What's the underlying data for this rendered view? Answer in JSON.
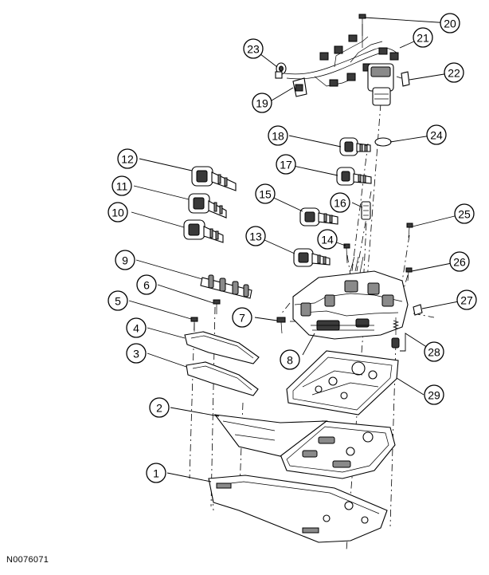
{
  "figure_code": "N0076071",
  "callouts": [
    {
      "id": "callout-1",
      "label": "1"
    },
    {
      "id": "callout-2",
      "label": "2"
    },
    {
      "id": "callout-3",
      "label": "3"
    },
    {
      "id": "callout-4",
      "label": "4"
    },
    {
      "id": "callout-5",
      "label": "5"
    },
    {
      "id": "callout-6",
      "label": "6"
    },
    {
      "id": "callout-7",
      "label": "7"
    },
    {
      "id": "callout-8",
      "label": "8"
    },
    {
      "id": "callout-9",
      "label": "9"
    },
    {
      "id": "callout-10",
      "label": "10"
    },
    {
      "id": "callout-11",
      "label": "11"
    },
    {
      "id": "callout-12",
      "label": "12"
    },
    {
      "id": "callout-13",
      "label": "13"
    },
    {
      "id": "callout-14",
      "label": "14"
    },
    {
      "id": "callout-15",
      "label": "15"
    },
    {
      "id": "callout-16",
      "label": "16"
    },
    {
      "id": "callout-17",
      "label": "17"
    },
    {
      "id": "callout-18",
      "label": "18"
    },
    {
      "id": "callout-19",
      "label": "19"
    },
    {
      "id": "callout-20",
      "label": "20"
    },
    {
      "id": "callout-21",
      "label": "21"
    },
    {
      "id": "callout-22",
      "label": "22"
    },
    {
      "id": "callout-23",
      "label": "23"
    },
    {
      "id": "callout-24",
      "label": "24"
    },
    {
      "id": "callout-25",
      "label": "25"
    },
    {
      "id": "callout-26",
      "label": "26"
    },
    {
      "id": "callout-27",
      "label": "27"
    },
    {
      "id": "callout-28",
      "label": "28"
    },
    {
      "id": "callout-29",
      "label": "29"
    }
  ]
}
